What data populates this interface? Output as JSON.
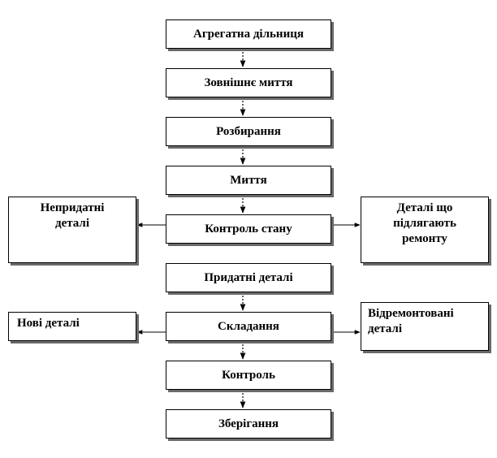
{
  "diagram": {
    "steps": [
      "Агрегатна дільниця",
      "Зовнішнє миття",
      "Розбирання",
      "Миття",
      "Контроль стану",
      "Придатні деталі",
      "Складання",
      "Контроль",
      "Зберігання"
    ],
    "side": {
      "unusable": "Непридатні деталі",
      "repairable": "Деталі що підлягають ремонту",
      "new_parts": "Нові деталі",
      "repaired": "Відремонтовані деталі"
    }
  },
  "colors": {
    "border": "#000000",
    "shadow": "#6a6a6a",
    "connector": "#000000"
  }
}
